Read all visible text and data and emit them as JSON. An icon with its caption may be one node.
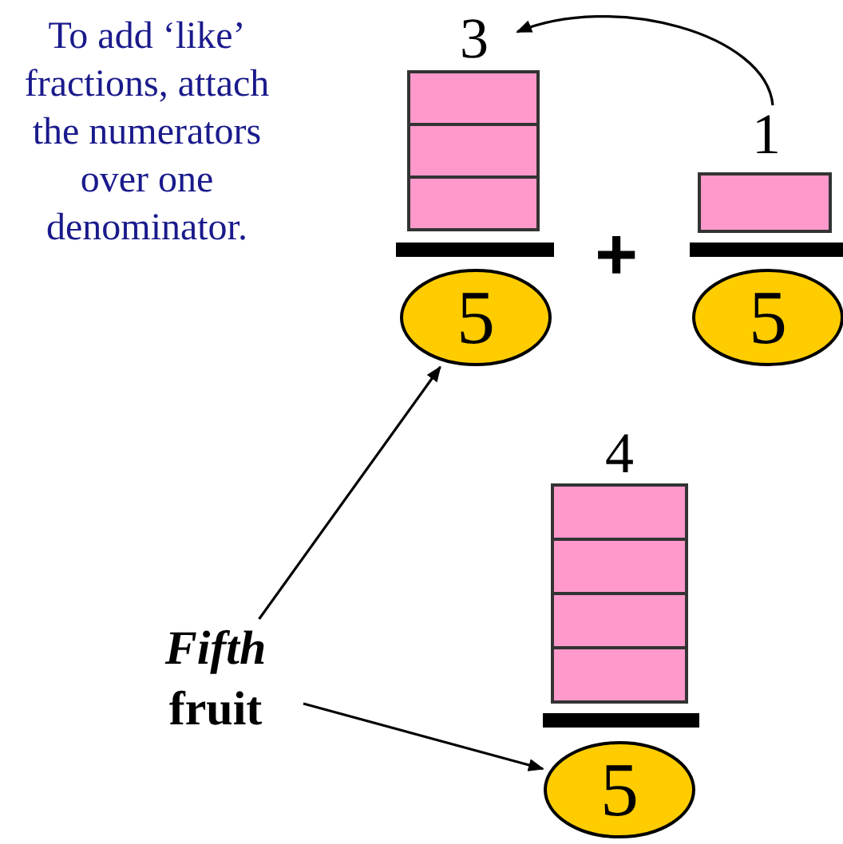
{
  "diagram": {
    "nodes": [
      {
        "text": [
          "3"
        ]
      },
      {
        "text": [
          "5"
        ]
      },
      {
        "text": [
          "1"
        ]
      },
      {
        "text": [
          "5"
        ]
      },
      {
        "text": [
          "4"
        ]
      },
      {
        "text": [
          "5"
        ]
      },
      {
        "text": [
          "*Fifth* fruit"
        ]
      }
    ],
    "edges": [
      {
        "from": 2,
        "to": 0,
        "arrow": "to"
      },
      {
        "from": 6,
        "to": 1,
        "arrow": "to"
      },
      {
        "from": 6,
        "to": 5,
        "arrow": "to"
      }
    ],
    "labels": [
      "To add ‘like’ fractions, attach the numerators over one denominator.",
      "+"
    ]
  }
}
